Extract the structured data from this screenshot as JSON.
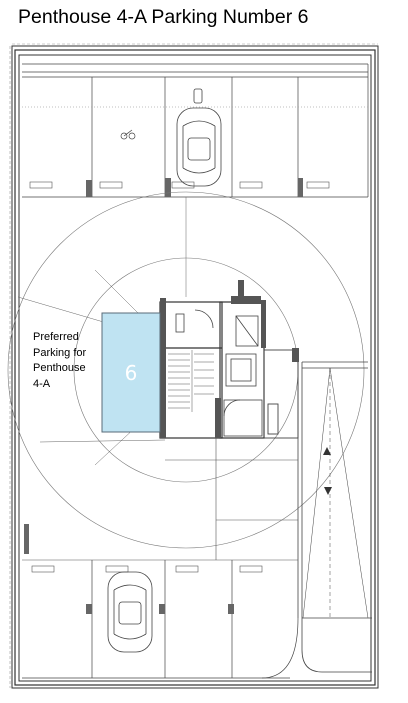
{
  "title": "Penthouse 4-A Parking Number 6",
  "highlight": {
    "number": "6",
    "fill_color": "#bfe3f2",
    "stroke_color": "#5a6b78",
    "note_lines": [
      "Preferred",
      "Parking for",
      "Penthouse",
      "4-A"
    ]
  },
  "colors": {
    "line": "#333333",
    "thin": "#888888",
    "wall": "#555555"
  }
}
